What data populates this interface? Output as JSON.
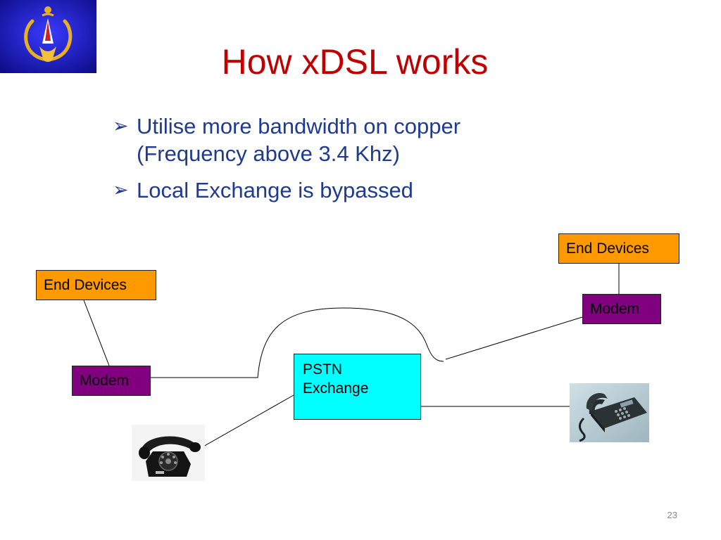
{
  "slide": {
    "title": "How xDSL works",
    "page_number": "23"
  },
  "bullets": [
    {
      "line1": "Utilise more bandwidth on copper",
      "line2": "(Frequency above 3.4 Khz)"
    },
    {
      "line1": "Local Exchange is bypassed",
      "line2": ""
    }
  ],
  "bullet_glyph": "➢",
  "diagram": {
    "end_devices_left": "End Devices",
    "end_devices_right": "End Devices",
    "modem_left": "Modem",
    "modem_right": "Modem",
    "pstn_line1": "PSTN",
    "pstn_line2": "Exchange"
  },
  "colors": {
    "title": "#c00000",
    "bullet_text": "#1f3a93",
    "end_devices_fill": "#ff9900",
    "modem_fill": "#800080",
    "pstn_fill": "#00ffff",
    "logo_background": "#1a1aa8"
  },
  "icons": [
    "logo-emblem",
    "rotary-telephone-icon",
    "desk-telephone-icon"
  ]
}
